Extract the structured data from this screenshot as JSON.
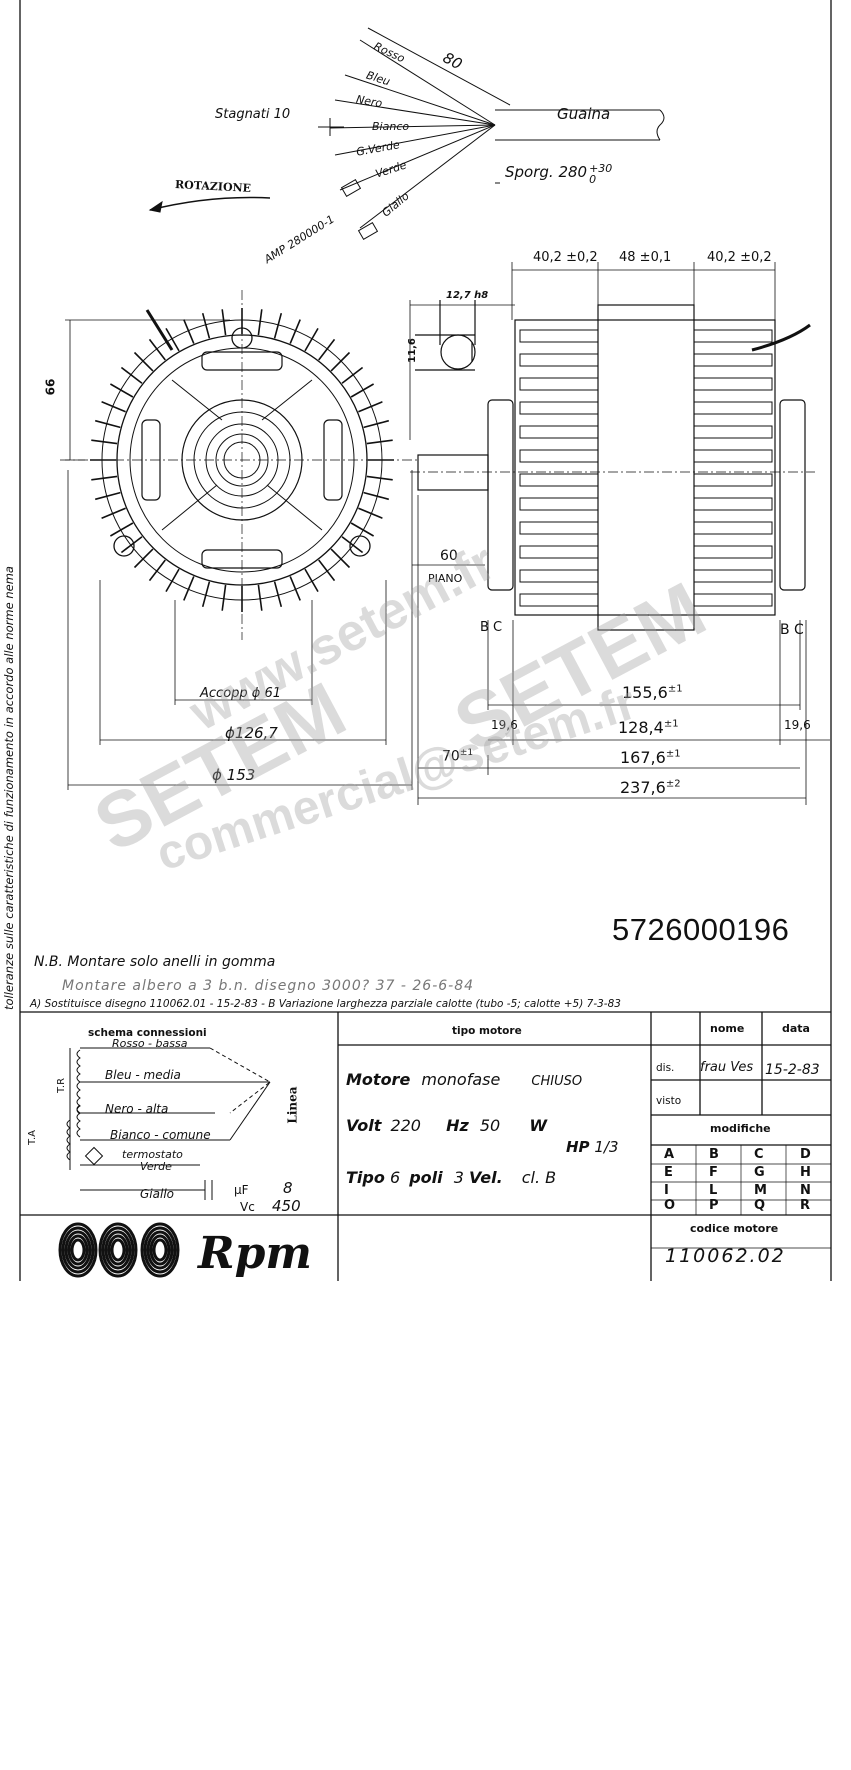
{
  "sidebar_note": "tolleranze sulle caratteristiche di funzionamento in accordo alle norme nema",
  "wires": {
    "dim_length": "80",
    "labels": [
      "Rosso",
      "Bleu",
      "Nero",
      "Bianco",
      "G.Verde",
      "Verde",
      "Giallo"
    ],
    "stagnati": "Stagnati 10",
    "guaina": "Guaina",
    "sporg": "Sporg. 280",
    "sporg_tol_plus": "+30",
    "sporg_tol_minus": "0",
    "amp": "AMP 280000-1",
    "rotazione": "ROTAZIONE"
  },
  "front_view": {
    "dim_66": "66",
    "dim_60": "60",
    "piano": "PIANO",
    "accopp": "Accopp ϕ 61",
    "d126": "ϕ126,7",
    "d153": "ϕ 153"
  },
  "shaft": {
    "key_w": "12,7 h8",
    "key_h": "11,6"
  },
  "side_view": {
    "top1": "40,2 ±0,2",
    "top2": "48 ±0,1",
    "top3": "40,2 ±0,2",
    "bc_left": "B C",
    "bc_right": "B C",
    "d155": "155,6",
    "d155_tol": "±1",
    "d19a": "19,6",
    "d128": "128,4",
    "d128_tol": "±1",
    "d19b": "19,6",
    "d70": "70",
    "d70_tol": "±1",
    "d167": "167,6",
    "d167_tol": "±1",
    "d237": "237,6",
    "d237_tol": "±2"
  },
  "part_number": "5726000196",
  "notes": {
    "nb": "N.B. Montare solo anelli in gomma",
    "line2": "Montare albero a 3 b.n. disegno 3000? 37 - 26-6-84",
    "line3": "A) Sostituisce disegno 110062.01 - 15-2-83 - B  Variazione larghezza parziale calotte (tubo -5; calotte +5) 7-3-83"
  },
  "schema": {
    "title": "schema connessioni",
    "rosso": "Rosso - bassa",
    "bleu": "Bleu - media",
    "nero": "Nero - alta",
    "bianco": "Bianco - comune",
    "termostato": "termostato",
    "verde": "Verde",
    "giallo": "Giallo",
    "linea": "Linea",
    "tr": "T.R",
    "ta": "T.A",
    "uf_label": "μF",
    "uf_val": "8",
    "vc_label": "Vc",
    "vc_val": "450"
  },
  "tipo_motore": {
    "header": "tipo motore",
    "motore": "Motore",
    "monofase": "monofase",
    "chiuso": "CHIUSO",
    "volt": "Volt",
    "volt_val": "220",
    "hz": "Hz",
    "hz_val": "50",
    "w": "W",
    "hp": "HP",
    "hp_val": "1/3",
    "tipo": "Tipo",
    "poli_val": "6",
    "poli": "poli",
    "vel_val": "3",
    "vel": "Vel.",
    "cl": "cl. B"
  },
  "approvals": {
    "nome": "nome",
    "data": "data",
    "dis": "dis.",
    "dis_data": "15-2-83",
    "visto": "visto",
    "modifiche": "modifiche",
    "letters": [
      "A",
      "B",
      "C",
      "D",
      "E",
      "F",
      "G",
      "H",
      "I",
      "L",
      "M",
      "N",
      "O",
      "P",
      "Q",
      "R"
    ]
  },
  "codice": {
    "label": "codice motore",
    "value": "110062.02"
  },
  "brand": "Rpm",
  "watermarks": [
    "www.setem.fr",
    "SETEM",
    "SETEM",
    "commercial@setem.fr"
  ]
}
